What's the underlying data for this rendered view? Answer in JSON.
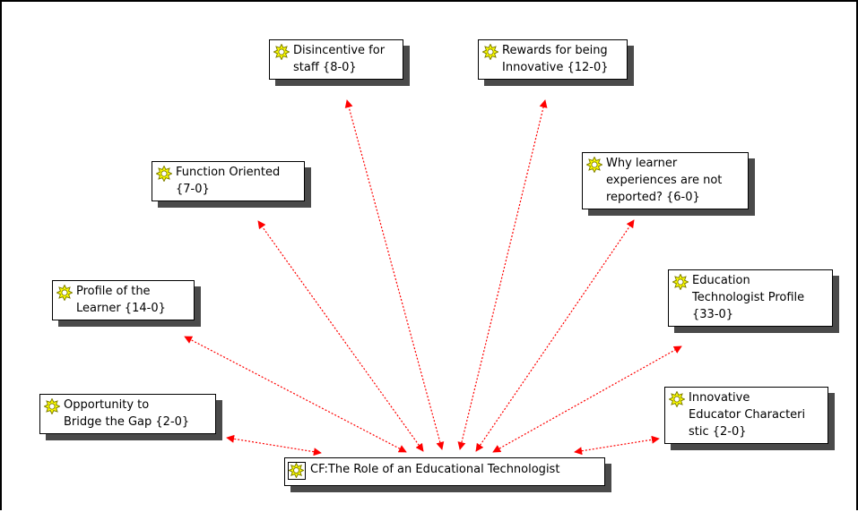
{
  "center": {
    "label": "CF:The Role of an Educational Technologist",
    "icon": "gear-icon"
  },
  "nodes": [
    {
      "id": "disincentive",
      "lines": [
        "Disincentive for",
        "staff {8-0}"
      ],
      "icon": "gear-icon"
    },
    {
      "id": "rewards",
      "lines": [
        "Rewards for being",
        "Innovative {12-0}"
      ],
      "icon": "gear-icon"
    },
    {
      "id": "function-oriented",
      "lines": [
        "Function Oriented",
        "{7-0}"
      ],
      "icon": "gear-icon"
    },
    {
      "id": "why-learner",
      "lines": [
        "Why learner",
        "experiences are not",
        "reported? {6-0}"
      ],
      "icon": "gear-icon"
    },
    {
      "id": "profile-learner",
      "lines": [
        "Profile of the",
        "Learner {14-0}"
      ],
      "icon": "gear-icon"
    },
    {
      "id": "edtech-profile",
      "lines": [
        "Education",
        "Technologist Profile",
        "{33-0}"
      ],
      "icon": "gear-icon"
    },
    {
      "id": "opportunity",
      "lines": [
        "Opportunity to",
        "Bridge the Gap {2-0}"
      ],
      "icon": "gear-icon"
    },
    {
      "id": "innovative-educator",
      "lines": [
        "Innovative",
        "Educator Characteri",
        "stic {2-0}"
      ],
      "icon": "gear-icon"
    }
  ],
  "colors": {
    "edge": "#ff0000",
    "icon_fill": "#ffff00",
    "icon_outline": "#808000",
    "shadow": "#4a4a4a"
  }
}
